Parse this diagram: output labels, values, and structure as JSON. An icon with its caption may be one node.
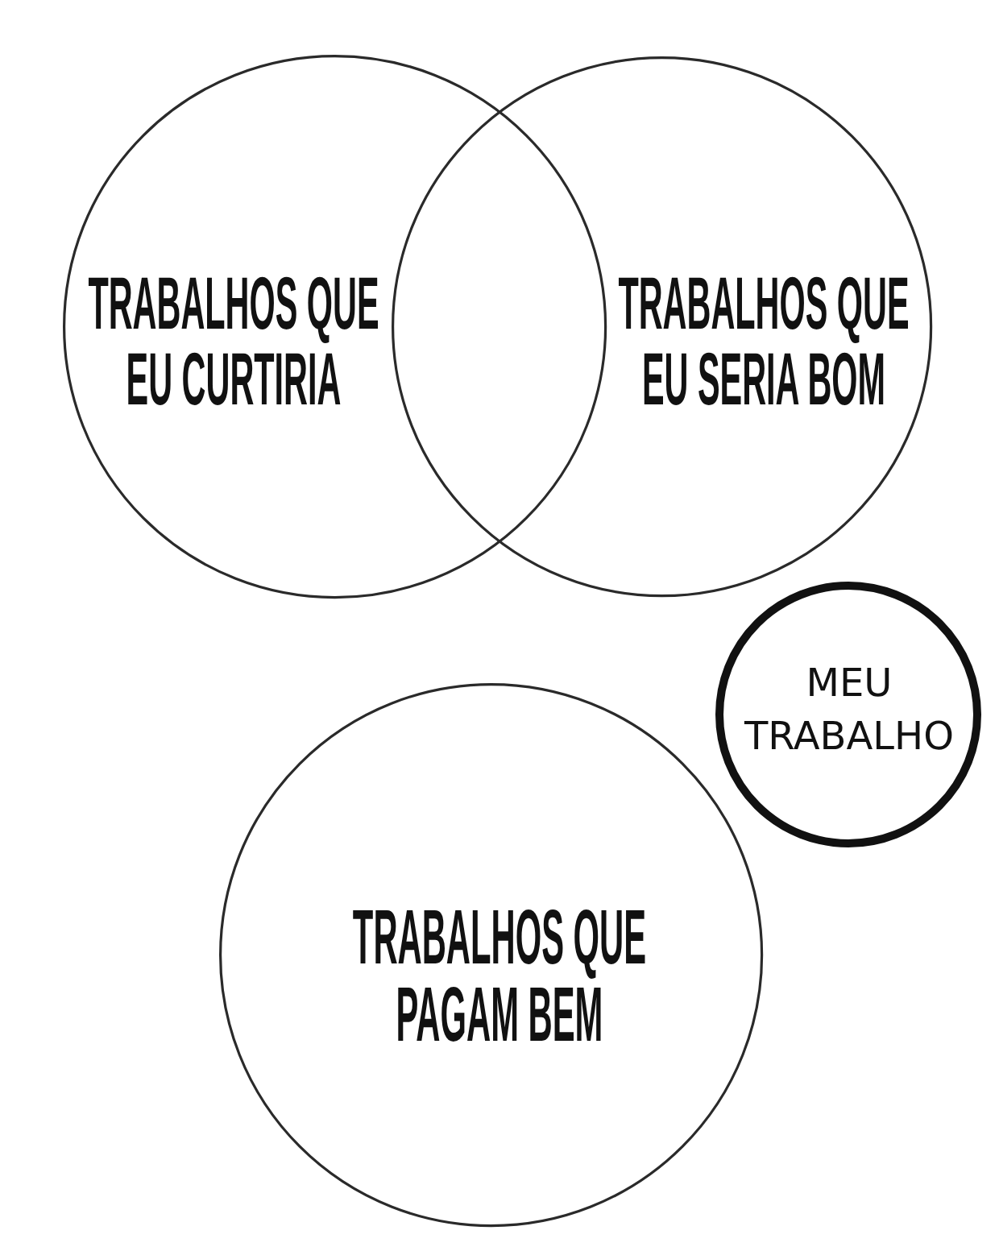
{
  "diagram": {
    "nodes": [
      {
        "text": [
          "TRABALHOS QUE EU CURTIRIA"
        ]
      },
      {
        "text": [
          "TRABALHOS QUE EU SERIA BOM"
        ]
      },
      {
        "text": [
          "MEU TRABALHO"
        ]
      },
      {
        "text": [
          "TRABALHOS QUE PAGAM BEM"
        ]
      }
    ]
  }
}
